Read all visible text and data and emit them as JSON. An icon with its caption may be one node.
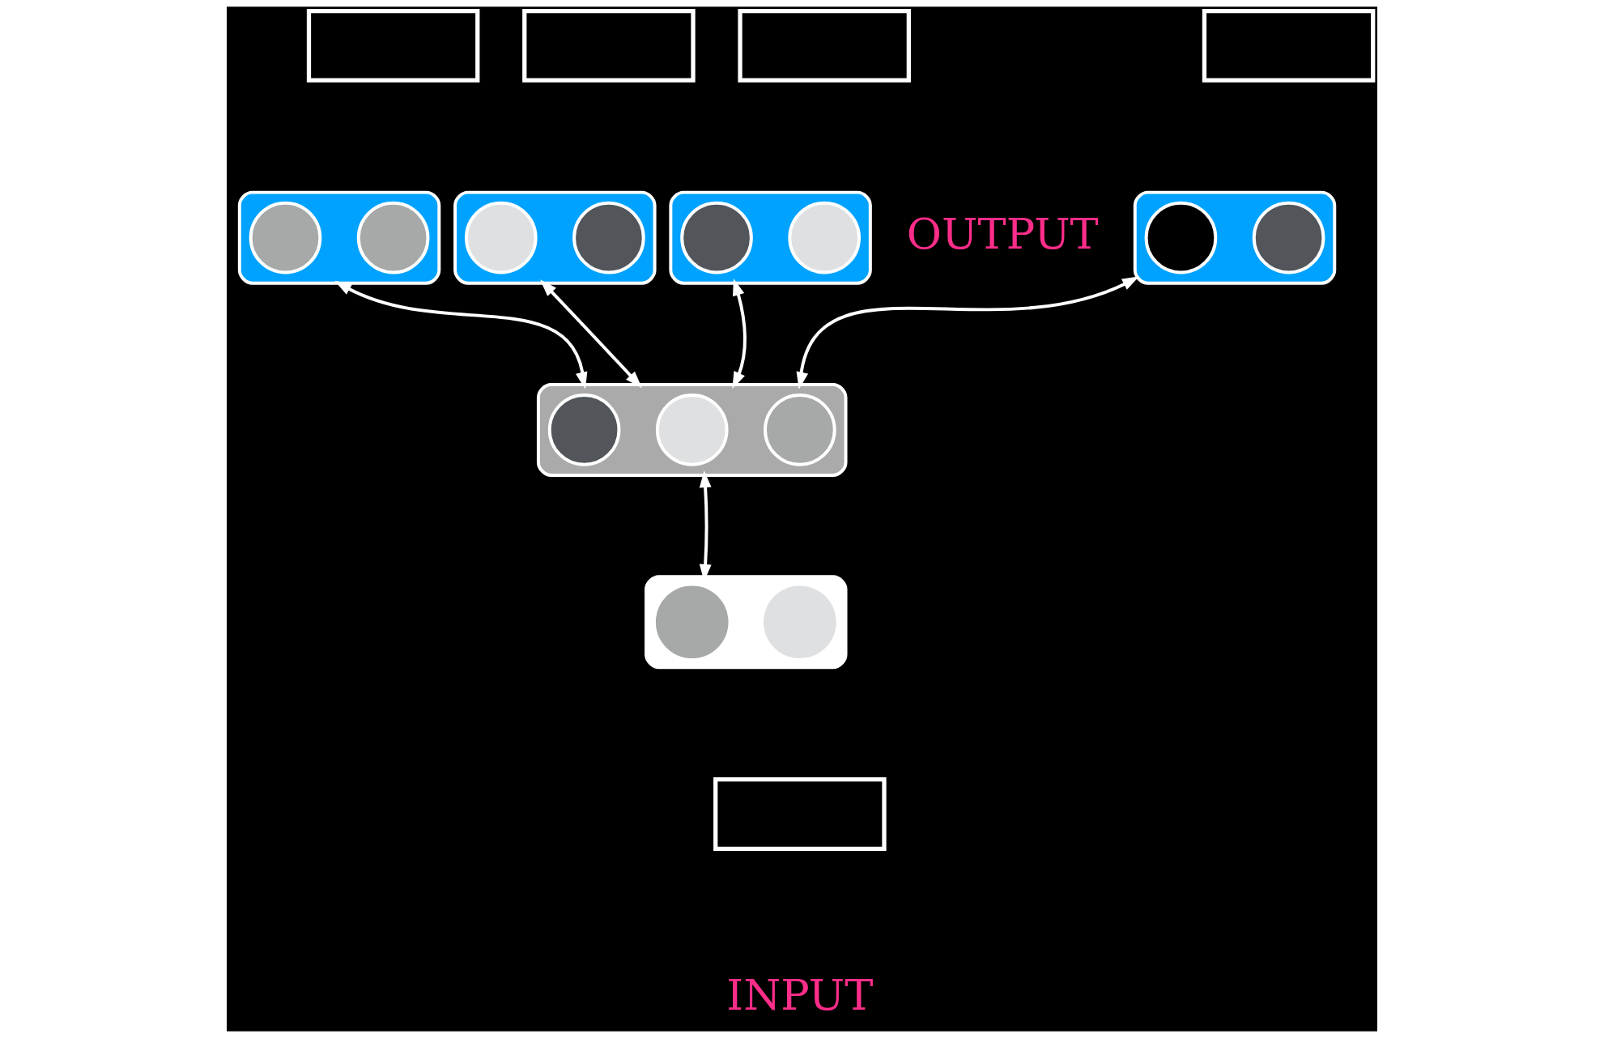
{
  "diagram": {
    "nodes": [
      {
        "text": [],
        "shape": "box"
      },
      {
        "text": [],
        "shape": "box"
      },
      {
        "text": [],
        "shape": "box"
      },
      {
        "text": [],
        "shape": "box"
      },
      {
        "text": [],
        "shape": "box"
      },
      {
        "text": [],
        "shape": "circle",
        "in": 4
      },
      {
        "text": [],
        "shape": "circle",
        "in": 4
      },
      {
        "text": [],
        "shape": "box"
      },
      {
        "text": [],
        "shape": "circle",
        "in": 7
      },
      {
        "text": [],
        "shape": "circle",
        "in": 7
      },
      {
        "text": [],
        "shape": "box"
      },
      {
        "text": [],
        "shape": "circle",
        "in": 10
      },
      {
        "text": [],
        "shape": "circle",
        "in": 10
      },
      {
        "text": [],
        "shape": "box"
      },
      {
        "text": [],
        "shape": "circle",
        "in": 13
      },
      {
        "text": [],
        "shape": "circle",
        "in": 13
      },
      {
        "text": [],
        "shape": "box"
      },
      {
        "text": [],
        "shape": "circle",
        "in": 16
      },
      {
        "text": [],
        "shape": "circle",
        "in": 16
      },
      {
        "text": [],
        "shape": "circle",
        "in": 16
      },
      {
        "text": [],
        "shape": "box"
      },
      {
        "text": [],
        "shape": "circle",
        "in": 20
      },
      {
        "text": [],
        "shape": "circle",
        "in": 20
      },
      {
        "text": [],
        "shape": "box"
      }
    ],
    "edges": [
      {
        "from": 16,
        "to": 4,
        "arrow": "both"
      },
      {
        "from": 16,
        "to": 7,
        "arrow": "both"
      },
      {
        "from": 16,
        "to": 10,
        "arrow": "both"
      },
      {
        "from": 16,
        "to": 13,
        "arrow": "both"
      },
      {
        "from": 16,
        "to": 20,
        "arrow": "both"
      }
    ],
    "labels": [
      "OUTPUT",
      "INPUT"
    ]
  }
}
